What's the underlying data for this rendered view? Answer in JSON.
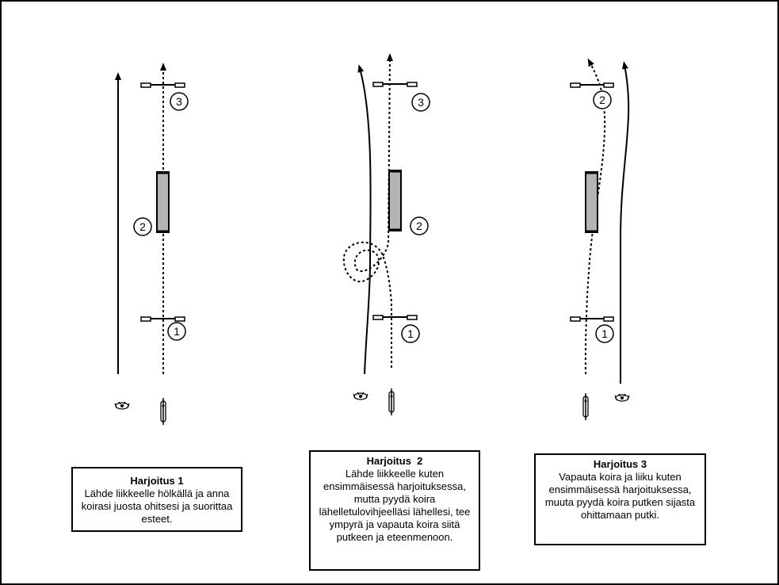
{
  "exercises": [
    {
      "title": "Harjoitus 1",
      "description": "Lähde liikkeelle hölkällä ja anna koirasi juosta ohitsesi ja suorittaa esteet.",
      "markers": [
        "1",
        "2",
        "3"
      ]
    },
    {
      "title": "Harjoitus  2",
      "description": "Lähde liikkeelle kuten ensimmäisessä harjoituksessa, mutta pyydä koira lähelletulovihjeelläsi lähellesi, tee ympyrä ja vapauta koira siitä putkeen ja eteenmenoon.",
      "markers": [
        "1",
        "2",
        "3"
      ]
    },
    {
      "title": "Harjoitus 3",
      "description": "Vapauta koira ja liiku kuten ensimmäisessä harjoituksessa, muuta pyydä koira putken sijasta ohittamaan putki.",
      "markers": [
        "1",
        "2"
      ]
    }
  ],
  "colors": {
    "tunnel_fill": "#b4b4b4",
    "line": "#000000"
  },
  "icons": [
    "dog-icon",
    "handler-icon",
    "tunnel-icon",
    "jump-icon"
  ]
}
